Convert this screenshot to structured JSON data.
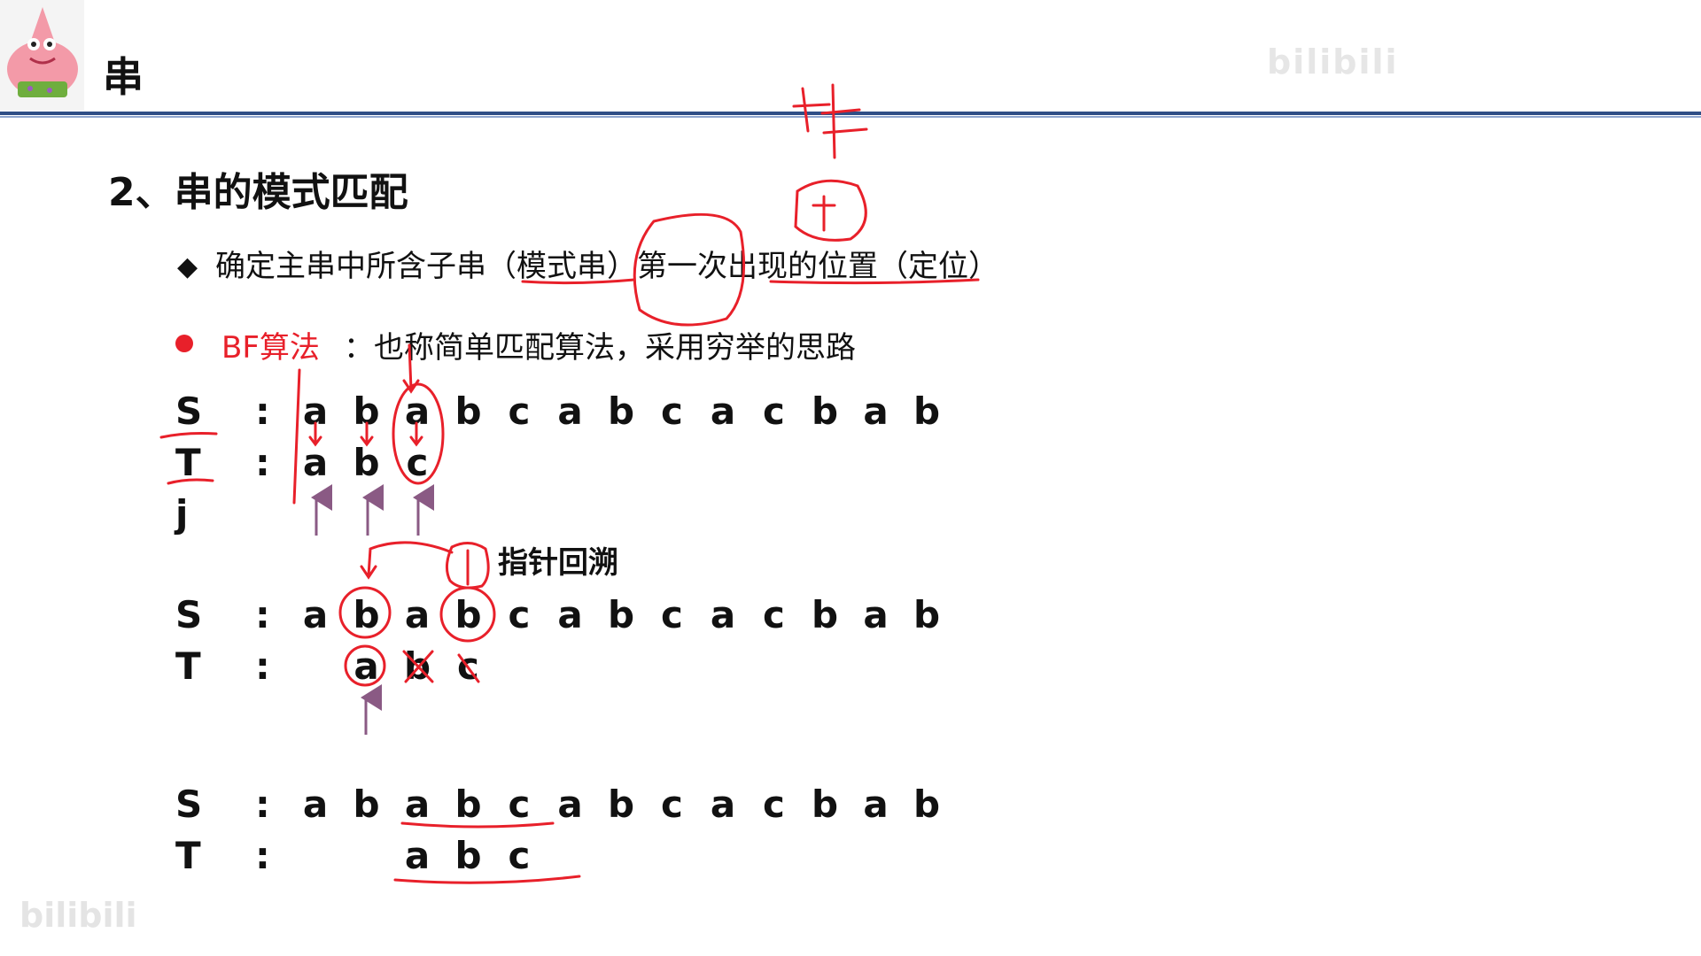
{
  "header": {
    "title": "串",
    "watermark_top": "bilibili",
    "watermark_bottom": "bilibili"
  },
  "slide": {
    "section_title": "2、串的模式匹配",
    "bullet1": "确定主串中所含子串（模式串）第一次出现的位置（定位）",
    "bullet2_label": "BF算法",
    "bullet2_text": "：也称简单匹配算法，采用穷举的思路",
    "backtrack_label": "指针回溯"
  },
  "rows": {
    "r1_s": {
      "label": "S",
      "chars": [
        "a",
        "b",
        "a",
        "b",
        "c",
        "a",
        "b",
        "c",
        "a",
        "c",
        "b",
        "a",
        "b"
      ],
      "start": 0
    },
    "r1_t": {
      "label": "T",
      "chars": [
        "a",
        "b",
        "c"
      ],
      "start": 0
    },
    "r1_j": {
      "label": "j"
    },
    "r2_s": {
      "label": "S",
      "chars": [
        "a",
        "b",
        "a",
        "b",
        "c",
        "a",
        "b",
        "c",
        "a",
        "c",
        "b",
        "a",
        "b"
      ],
      "start": 0
    },
    "r2_t": {
      "label": "T",
      "chars": [
        "a",
        "b",
        "c"
      ],
      "start": 1
    },
    "r3_s": {
      "label": "S",
      "chars": [
        "a",
        "b",
        "a",
        "b",
        "c",
        "a",
        "b",
        "c",
        "a",
        "c",
        "b",
        "a",
        "b"
      ],
      "start": 0
    },
    "r3_t": {
      "label": "T",
      "chars": [
        "a",
        "b",
        "c"
      ],
      "start": 2
    }
  },
  "colon": ":",
  "colors": {
    "accent_red": "#e8202a",
    "header_blue": "#2f4e86",
    "arrow_purple": "#8a5a84"
  },
  "icons": {
    "avatar": "cartoon-avatar-icon",
    "diamond": "diamond-bullet-icon",
    "dot": "red-dot-bullet-icon"
  }
}
